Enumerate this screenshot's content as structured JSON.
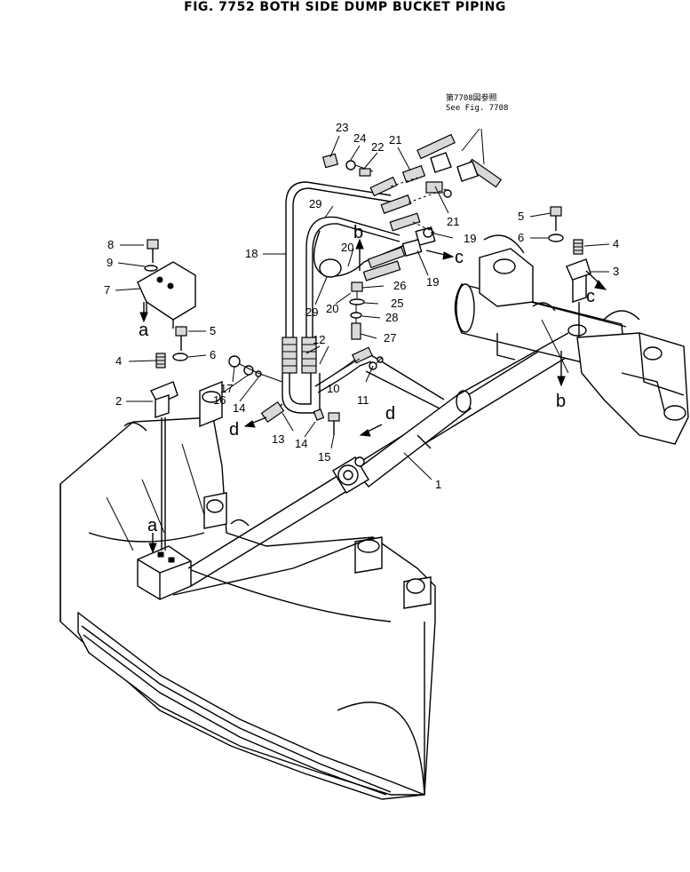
{
  "title": "FIG. 7752  BOTH SIDE DUMP BUCKET PIPING",
  "reference_note": {
    "line1": "第7708図参照",
    "line2": "See  Fig. 7708"
  },
  "callouts": [
    {
      "id": "c1",
      "label": "1"
    },
    {
      "id": "c2",
      "label": "2"
    },
    {
      "id": "c3",
      "label": "3"
    },
    {
      "id": "c4a",
      "label": "4"
    },
    {
      "id": "c4b",
      "label": "4"
    },
    {
      "id": "c5a",
      "label": "5"
    },
    {
      "id": "c5b",
      "label": "5"
    },
    {
      "id": "c6a",
      "label": "6"
    },
    {
      "id": "c6b",
      "label": "6"
    },
    {
      "id": "c7",
      "label": "7"
    },
    {
      "id": "c8",
      "label": "8"
    },
    {
      "id": "c9",
      "label": "9"
    },
    {
      "id": "c10",
      "label": "10"
    },
    {
      "id": "c11",
      "label": "11"
    },
    {
      "id": "c12",
      "label": "12"
    },
    {
      "id": "c13",
      "label": "13"
    },
    {
      "id": "c14a",
      "label": "14"
    },
    {
      "id": "c14b",
      "label": "14"
    },
    {
      "id": "c15",
      "label": "15"
    },
    {
      "id": "c16",
      "label": "16"
    },
    {
      "id": "c17",
      "label": "17"
    },
    {
      "id": "c18",
      "label": "18"
    },
    {
      "id": "c19a",
      "label": "19"
    },
    {
      "id": "c19b",
      "label": "19"
    },
    {
      "id": "c20a",
      "label": "20"
    },
    {
      "id": "c20b",
      "label": "20"
    },
    {
      "id": "c21a",
      "label": "21"
    },
    {
      "id": "c21b",
      "label": "21"
    },
    {
      "id": "c22",
      "label": "22"
    },
    {
      "id": "c23",
      "label": "23"
    },
    {
      "id": "c24",
      "label": "24"
    },
    {
      "id": "c25",
      "label": "25"
    },
    {
      "id": "c26",
      "label": "26"
    },
    {
      "id": "c27",
      "label": "27"
    },
    {
      "id": "c28",
      "label": "28"
    },
    {
      "id": "c29a",
      "label": "29"
    },
    {
      "id": "c29b",
      "label": "29"
    }
  ],
  "connection_letters": [
    {
      "id": "la1",
      "label": "a"
    },
    {
      "id": "la2",
      "label": "a"
    },
    {
      "id": "lb1",
      "label": "b"
    },
    {
      "id": "lb2",
      "label": "b"
    },
    {
      "id": "lc1",
      "label": "c"
    },
    {
      "id": "lc2",
      "label": "c"
    },
    {
      "id": "ld1",
      "label": "d"
    },
    {
      "id": "ld2",
      "label": "d"
    }
  ]
}
